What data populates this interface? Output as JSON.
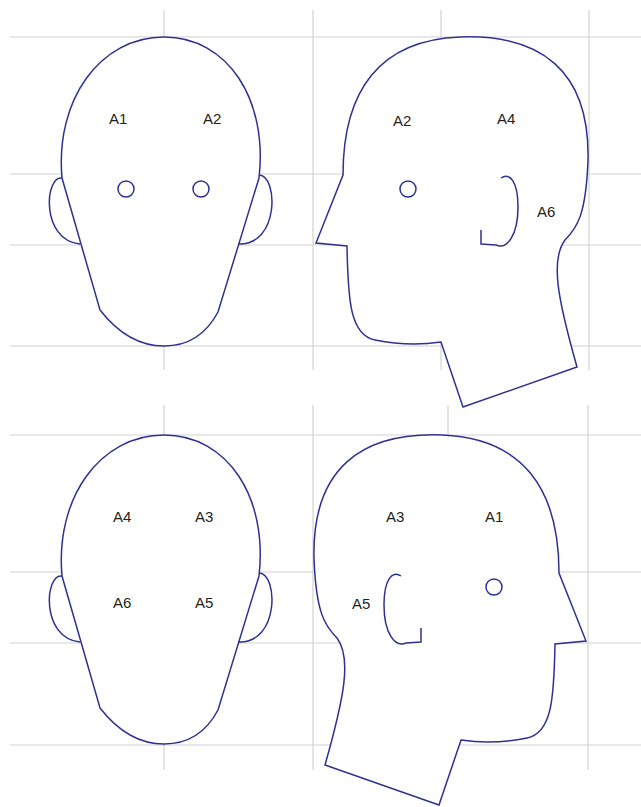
{
  "diagram": {
    "labels": [
      "A1",
      "A2",
      "A2",
      "A4",
      "A6",
      "A4",
      "A3",
      "A6",
      "A5",
      "A3",
      "A1",
      "A5"
    ]
  }
}
